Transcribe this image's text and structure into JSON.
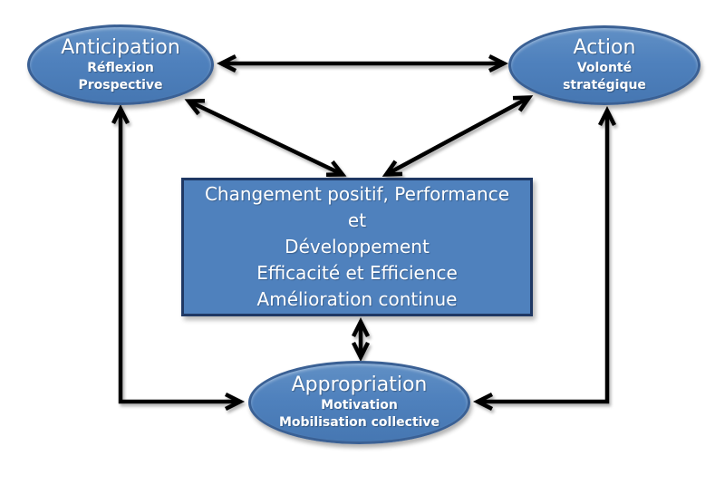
{
  "nodes": {
    "anticipation": {
      "title": "Anticipation",
      "subtitle_lines": [
        "Réflexion",
        "Prospective"
      ]
    },
    "action": {
      "title": "Action",
      "subtitle_lines": [
        "Volonté",
        "stratégique"
      ]
    },
    "appropriation": {
      "title": "Appropriation",
      "subtitle_lines": [
        "Motivation",
        "Mobilisation collective"
      ]
    },
    "center_box": {
      "lines": [
        "Changement positif, Performance",
        "et",
        "Développement",
        "Efficacité et Efficience",
        "Amélioration continue"
      ]
    }
  },
  "colors": {
    "node-fill": "#4f81bd",
    "ellipse-border": "#3a6094",
    "box-border": "#1f3864",
    "node-text": "#ffffff",
    "arrow": "#000000",
    "background": "#ffffff"
  }
}
